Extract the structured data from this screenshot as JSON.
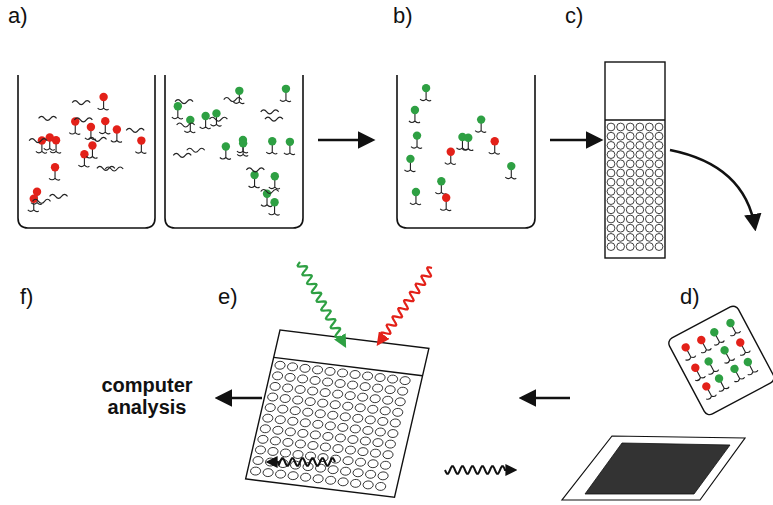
{
  "diagram": {
    "labels": [
      "a)",
      "b)",
      "c)",
      "f)",
      "e)",
      "d)",
      "computer analysis"
    ]
  }
}
